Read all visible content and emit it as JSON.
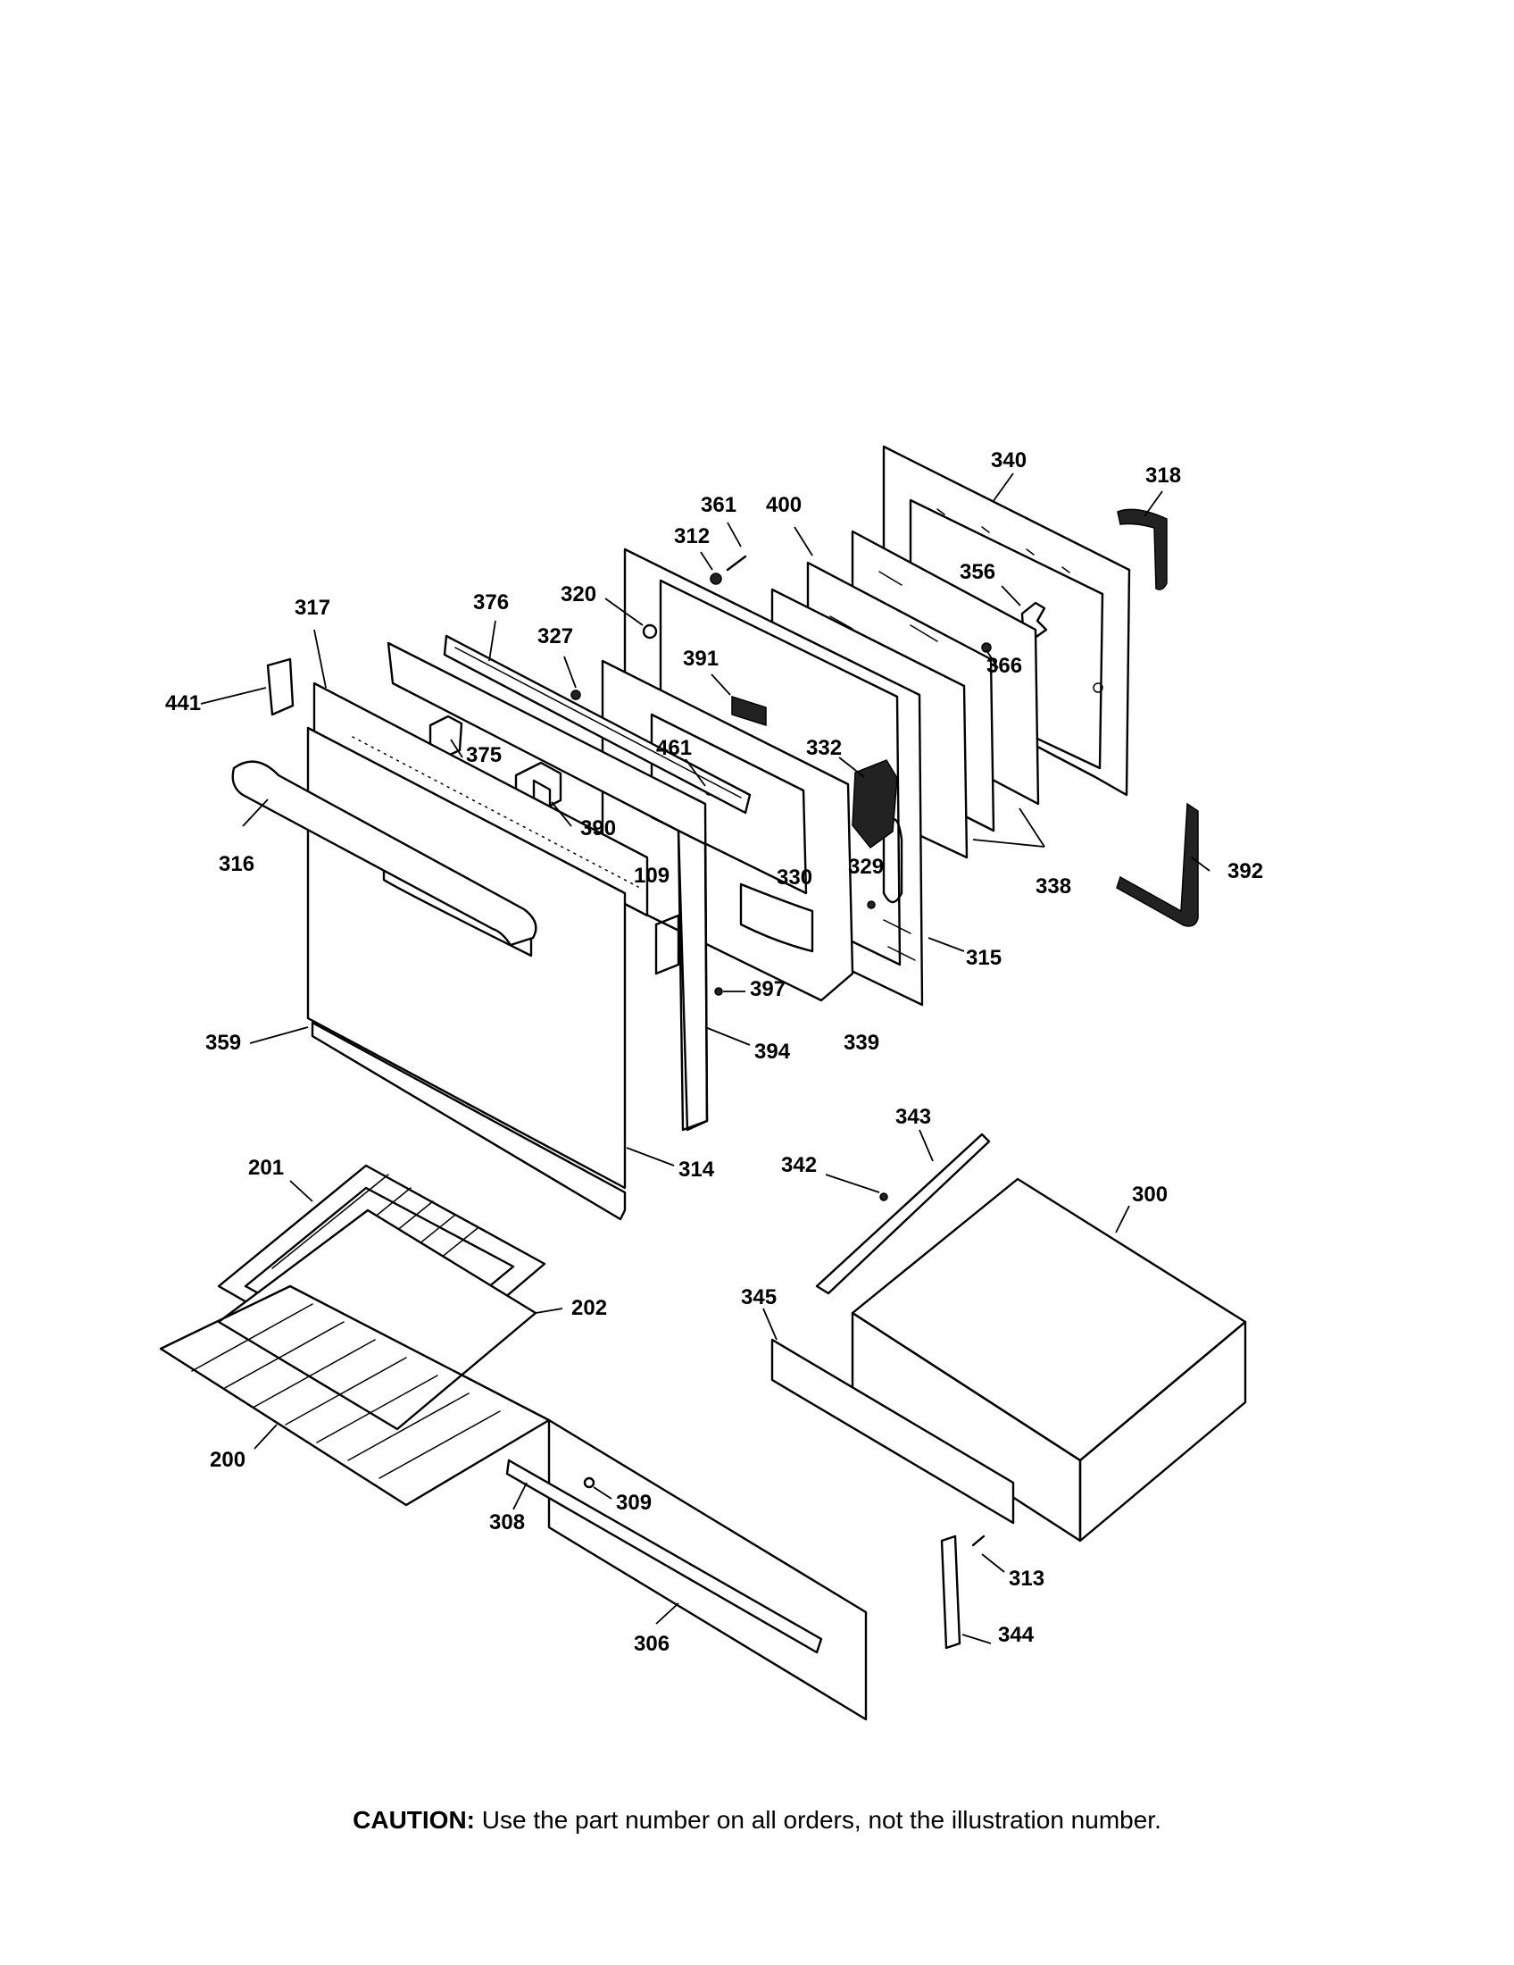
{
  "labels": {
    "l340": "340",
    "l318": "318",
    "l361": "361",
    "l400": "400",
    "l312": "312",
    "l356": "356",
    "l320": "320",
    "l376": "376",
    "l317": "317",
    "l327": "327",
    "l366": "366",
    "l391": "391",
    "l441": "441",
    "l375": "375",
    "l461": "461",
    "l332": "332",
    "l390": "390",
    "l316": "316",
    "l109": "109",
    "l330": "330",
    "l329": "329",
    "l338": "338",
    "l392": "392",
    "l315": "315",
    "l397": "397",
    "l359": "359",
    "l339": "339",
    "l394": "394",
    "l343": "343",
    "l342": "342",
    "l300": "300",
    "l201": "201",
    "l314": "314",
    "l202": "202",
    "l345": "345",
    "l200": "200",
    "l309": "309",
    "l308": "308",
    "l313": "313",
    "l344": "344",
    "l306": "306"
  },
  "caution": {
    "prefix": "CAUTION:",
    "text": " Use the part number on all orders, not the illustration number."
  }
}
